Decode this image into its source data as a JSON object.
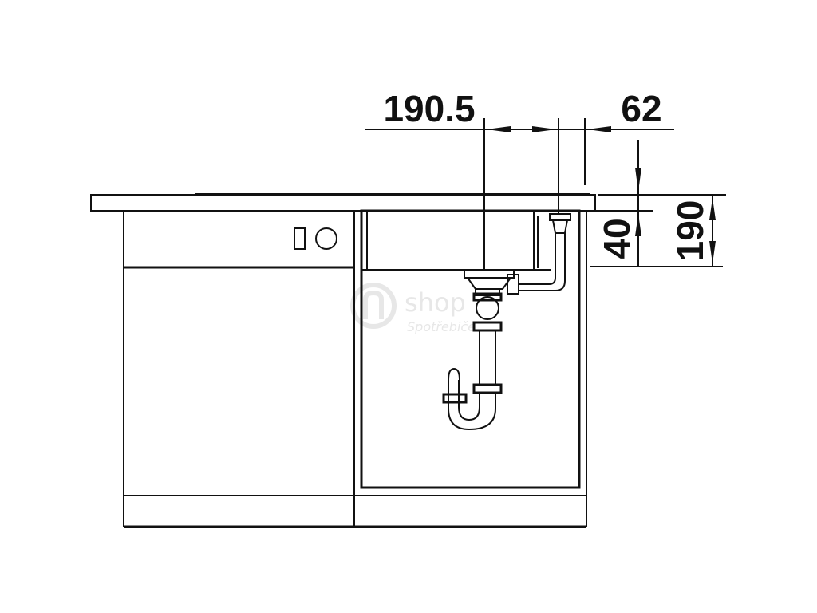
{
  "dimensions": {
    "top_left": "190.5",
    "top_right": "62",
    "side_inner": "40",
    "side_outer": "190"
  },
  "watermark": {
    "brand": "shop",
    "tagline": "Spotřebiče"
  },
  "colors": {
    "line": "#111111",
    "background": "#ffffff",
    "watermark": "#e7e7e7"
  },
  "icons": [
    "dishwasher-control-rect-icon",
    "dishwasher-control-knob-icon",
    "shop-logo-icon"
  ]
}
